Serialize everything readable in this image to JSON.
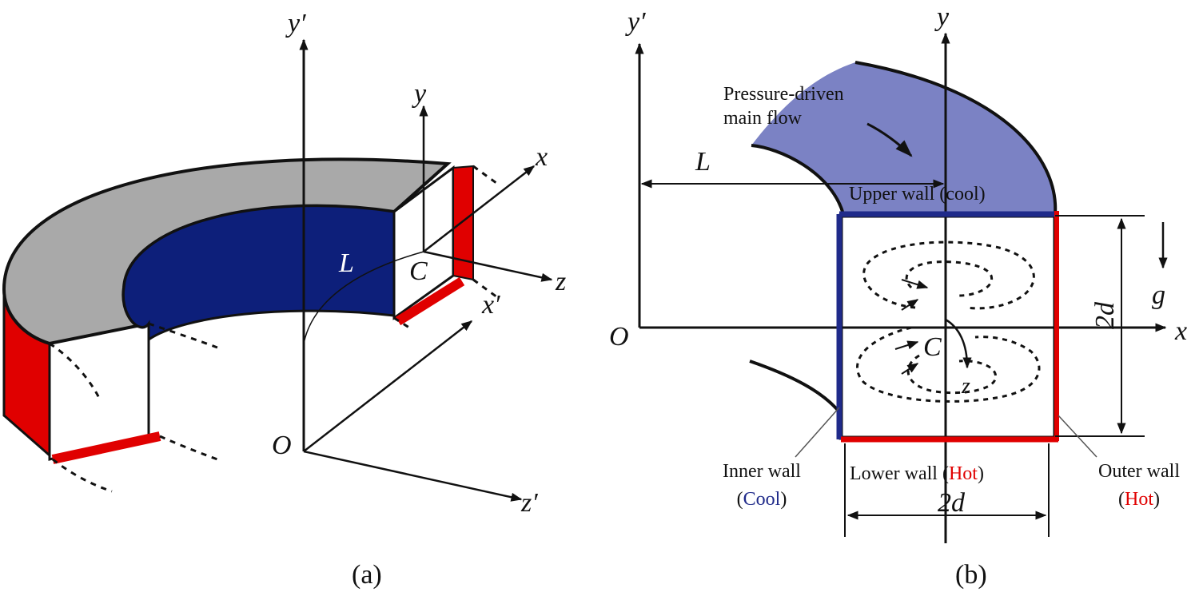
{
  "panel_a": {
    "caption": "(a)",
    "axes": {
      "y_prime": "y′",
      "y": "y",
      "x": "x",
      "z": "z",
      "x_prime": "x′",
      "z_prime": "z′"
    },
    "labels": {
      "origin": "O",
      "L": "L",
      "C": "C"
    }
  },
  "panel_b": {
    "caption": "(b)",
    "axes": {
      "y_prime": "y′",
      "y": "y",
      "x": "x",
      "z": "z",
      "g": "g"
    },
    "labels": {
      "origin": "O",
      "L": "L",
      "C": "C",
      "dim_vertical": "2d",
      "dim_horizontal": "2d",
      "flow_line1": "Pressure-driven",
      "flow_line2": "main flow",
      "upper_wall": "Upper wall (cool)",
      "lower_wall_prefix": "Lower wall (",
      "lower_wall_state": "Hot",
      "lower_wall_suffix": ")",
      "inner_wall_line1": "Inner wall",
      "inner_wall_open": "(",
      "inner_wall_state": "Cool",
      "inner_wall_close": ")",
      "outer_wall_line1": "Outer wall",
      "outer_wall_open": "(",
      "outer_wall_state": "Hot",
      "outer_wall_close": ")"
    }
  },
  "colors": {
    "hot": "#e00000",
    "cool": "#1f2a8a",
    "duct_top": "#a9a9a9",
    "duct_inner": "#0d1f7a",
    "flow_fill": "#7b82c4"
  }
}
